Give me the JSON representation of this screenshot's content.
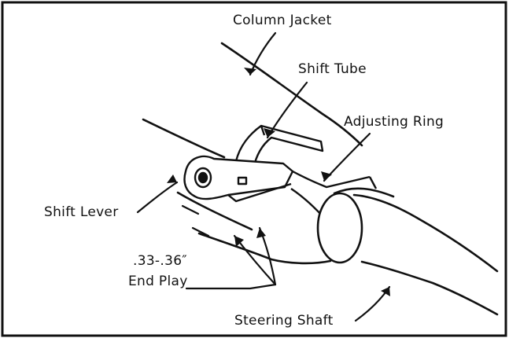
{
  "labels": {
    "column_jacket": "Column Jacket",
    "shift_tube": "Shift Tube",
    "adjusting_ring": "Adjusting Ring",
    "shift_lever": "Shift Lever",
    "end_play_value": ".33-.36″",
    "end_play_text": "End Play",
    "steering_shaft": "Steering Shaft"
  },
  "colors": {
    "ink": "#111111",
    "paper": "#ffffff"
  }
}
